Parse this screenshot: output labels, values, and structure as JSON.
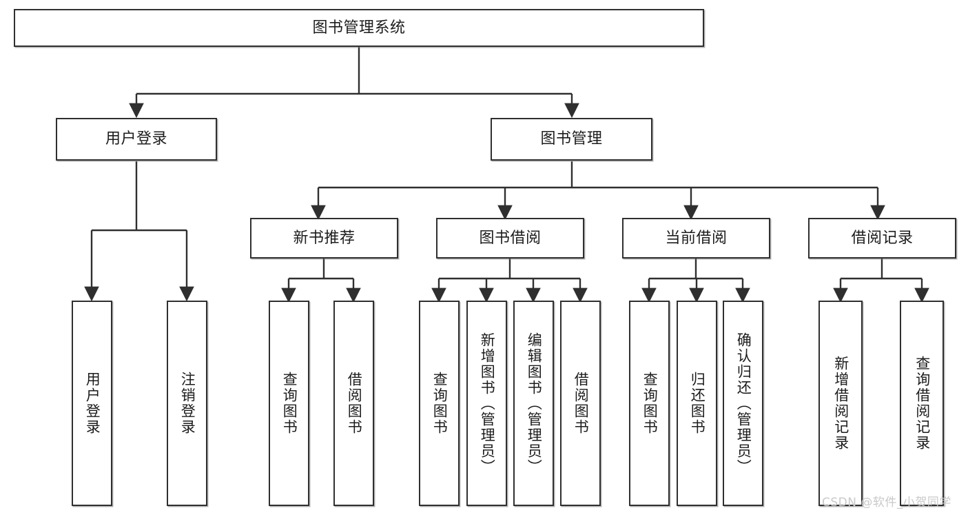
{
  "diagram": {
    "title": "图书管理系统",
    "type": "tree-hierarchy",
    "orientation": "top-down",
    "colors": {
      "node_border": "#2f2f2f",
      "node_fill": "#ffffff",
      "edge": "#2f2f2f",
      "text": "#1c1c1c",
      "watermark": "#c9c9c9",
      "background": "#ffffff"
    },
    "nodes": {
      "root": {
        "label": "图书管理系统"
      },
      "level2": [
        {
          "id": "user-login",
          "label": "用户登录"
        },
        {
          "id": "book-management",
          "label": "图书管理"
        }
      ],
      "level3": [
        {
          "id": "new-book-recommend",
          "label": "新书推荐"
        },
        {
          "id": "book-borrow",
          "label": "图书借阅"
        },
        {
          "id": "current-borrow",
          "label": "当前借阅"
        },
        {
          "id": "borrow-record",
          "label": "借阅记录"
        }
      ],
      "leaves": {
        "user-login": [
          {
            "id": "leaf-user-login",
            "label": "用户登录"
          },
          {
            "id": "leaf-logout",
            "label": "注销登录"
          }
        ],
        "new-book-recommend": [
          {
            "id": "leaf-query-book-1",
            "label": "查询图书"
          },
          {
            "id": "leaf-borrow-book-1",
            "label": "借阅图书"
          }
        ],
        "book-borrow": [
          {
            "id": "leaf-query-book-2",
            "label": "查询图书"
          },
          {
            "id": "leaf-add-book",
            "label": "新增图书（管理员）"
          },
          {
            "id": "leaf-edit-book",
            "label": "编辑图书（管理员）"
          },
          {
            "id": "leaf-borrow-book-2",
            "label": "借阅图书"
          }
        ],
        "current-borrow": [
          {
            "id": "leaf-query-book-3",
            "label": "查询图书"
          },
          {
            "id": "leaf-return-book",
            "label": "归还图书"
          },
          {
            "id": "leaf-confirm-return",
            "label": "确认归还（管理员）"
          }
        ],
        "borrow-record": [
          {
            "id": "leaf-add-record",
            "label": "新增借阅记录"
          },
          {
            "id": "leaf-query-record",
            "label": "查询借阅记录"
          }
        ]
      }
    },
    "watermark": "CSDN @软件_小贺同学"
  }
}
